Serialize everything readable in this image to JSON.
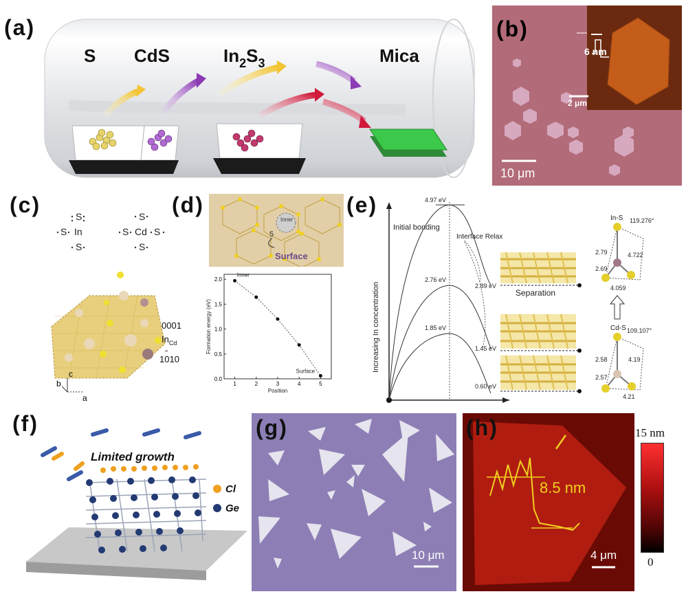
{
  "panels": {
    "a": {
      "letter": "(a)",
      "labels": {
        "s": "S",
        "cds": "CdS",
        "in2s3_main": "In",
        "in2s3_sub1": "2",
        "in2s3_s": "S",
        "in2s3_sub2": "3",
        "mica": "Mica"
      }
    },
    "b": {
      "letter": "(b)",
      "inset_height": "6 nm",
      "inset_scale": "2 μm",
      "scale": "10 μm"
    },
    "c": {
      "letter": "(c)",
      "lewis_left": [
        "S",
        "S",
        "In",
        "S"
      ],
      "lewis_right": [
        "S",
        "S",
        "Cd",
        "S",
        "S"
      ],
      "label_0001": "0001",
      "label_incd": "In",
      "label_incd_sub": "Cd",
      "label_1010": "1010",
      "label_1010_bar": "-",
      "axis_a": "a",
      "axis_b": "b",
      "axis_c": "c"
    },
    "d": {
      "letter": "(d)",
      "structure_labels": {
        "inner": "Inner",
        "five": "5",
        "surface": "Surface"
      }
    },
    "e": {
      "letter": "(e)",
      "ylabel": "Increasing In concentration",
      "initial_bonding": "Initial bonding",
      "interface_relax": "Interface Relax",
      "energies": {
        "top": "4.97 eV",
        "mid": "2.76 eV",
        "low": "1.85 eV",
        "r1": "2.89 eV",
        "r2": "1.45 eV",
        "r3": "0.60 eV"
      },
      "separation": "Separation",
      "ins": {
        "title": "In-S",
        "angle": "119.276°",
        "b1": "2.79",
        "b2": "2.69",
        "b3": "4.722",
        "b4": "4.059"
      },
      "cds": {
        "title": "Cd-S",
        "angle": "109.107°",
        "b1": "2.58",
        "b2": "4.19",
        "b3": "2.57",
        "b4": "4.21"
      }
    },
    "f": {
      "letter": "(f)",
      "title": "Limited growth",
      "legend_cl": "Cl",
      "legend_ge": "Ge"
    },
    "g": {
      "letter": "(g)",
      "scale": "10 μm"
    },
    "h": {
      "letter": "(h)",
      "height": "8.5 nm",
      "scale": "4 μm",
      "cbar_max": "15 nm",
      "cbar_min": "0"
    }
  },
  "chart_data": {
    "type": "scatter",
    "title": "",
    "xlabel": "Position",
    "ylabel": "Formation energy (eV)",
    "xlim": [
      0.5,
      5.5
    ],
    "ylim": [
      0.0,
      2.1
    ],
    "xticks": [
      "1",
      "2",
      "3",
      "4",
      "5"
    ],
    "yticks": [
      "0.0",
      "0.5",
      "1.0",
      "1.5",
      "2.0"
    ],
    "series": [
      {
        "x": [
          1,
          2,
          3,
          4,
          5
        ],
        "y": [
          1.97,
          1.64,
          1.2,
          0.68,
          0.06
        ]
      }
    ],
    "annotations": [
      "Inner",
      "Surface"
    ],
    "reference_line": 0.0
  },
  "colors": {
    "mica_pink": "#b26b78",
    "g_bg": "#8d7fb5",
    "h_bg": "#b01d10",
    "green": "#3cc84a"
  }
}
